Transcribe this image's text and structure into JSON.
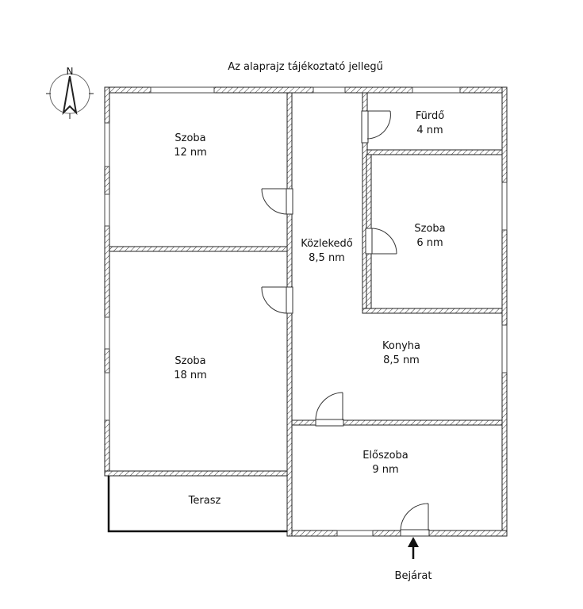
{
  "title": "Az alaprajz tájékoztató jellegű",
  "compass": {
    "label": "N"
  },
  "rooms": [
    {
      "name": "Szoba",
      "area": "12 nm"
    },
    {
      "name": "Szoba",
      "area": "18 nm"
    },
    {
      "name": "Közlekedő",
      "area": "8,5 nm"
    },
    {
      "name": "Fürdő",
      "area": "4 nm"
    },
    {
      "name": "Szoba",
      "area": "6 nm"
    },
    {
      "name": "Konyha",
      "area": "8,5 nm"
    },
    {
      "name": "Előszoba",
      "area": "9 nm"
    },
    {
      "name": "Terasz",
      "area": ""
    }
  ],
  "entrance": "Bejárat",
  "colors": {
    "line": "#222222",
    "background": "#ffffff"
  }
}
